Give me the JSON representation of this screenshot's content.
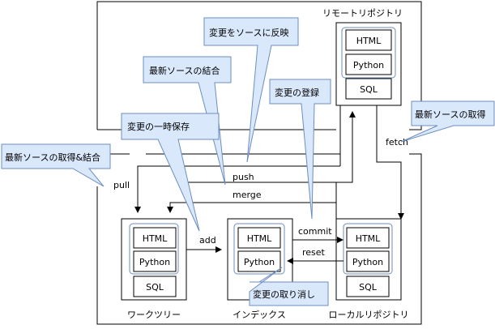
{
  "containers": {
    "remote": "リモートリポジトリ",
    "working": "ワークツリー",
    "index": "インデックス",
    "local": "ローカルリポジトリ"
  },
  "file_boxes": [
    "HTML",
    "Python",
    "SQL"
  ],
  "arrows": {
    "fetch": "fetch",
    "push": "push",
    "merge": "merge",
    "pull": "pull",
    "add": "add",
    "commit": "commit",
    "reset": "reset"
  },
  "callouts": {
    "reflect": "変更をソースに反映",
    "merge": "最新ソースの結合",
    "register": "変更の登録",
    "fetch": "最新ソースの取得",
    "stash": "変更の一時保存",
    "pull": "最新ソースの取得&結合",
    "cancel": "変更の取り消し"
  },
  "colors": {
    "callout_fill": "#dae8fc",
    "callout_stroke": "#6c8ebf",
    "group_stroke": "#6c8ebf"
  }
}
